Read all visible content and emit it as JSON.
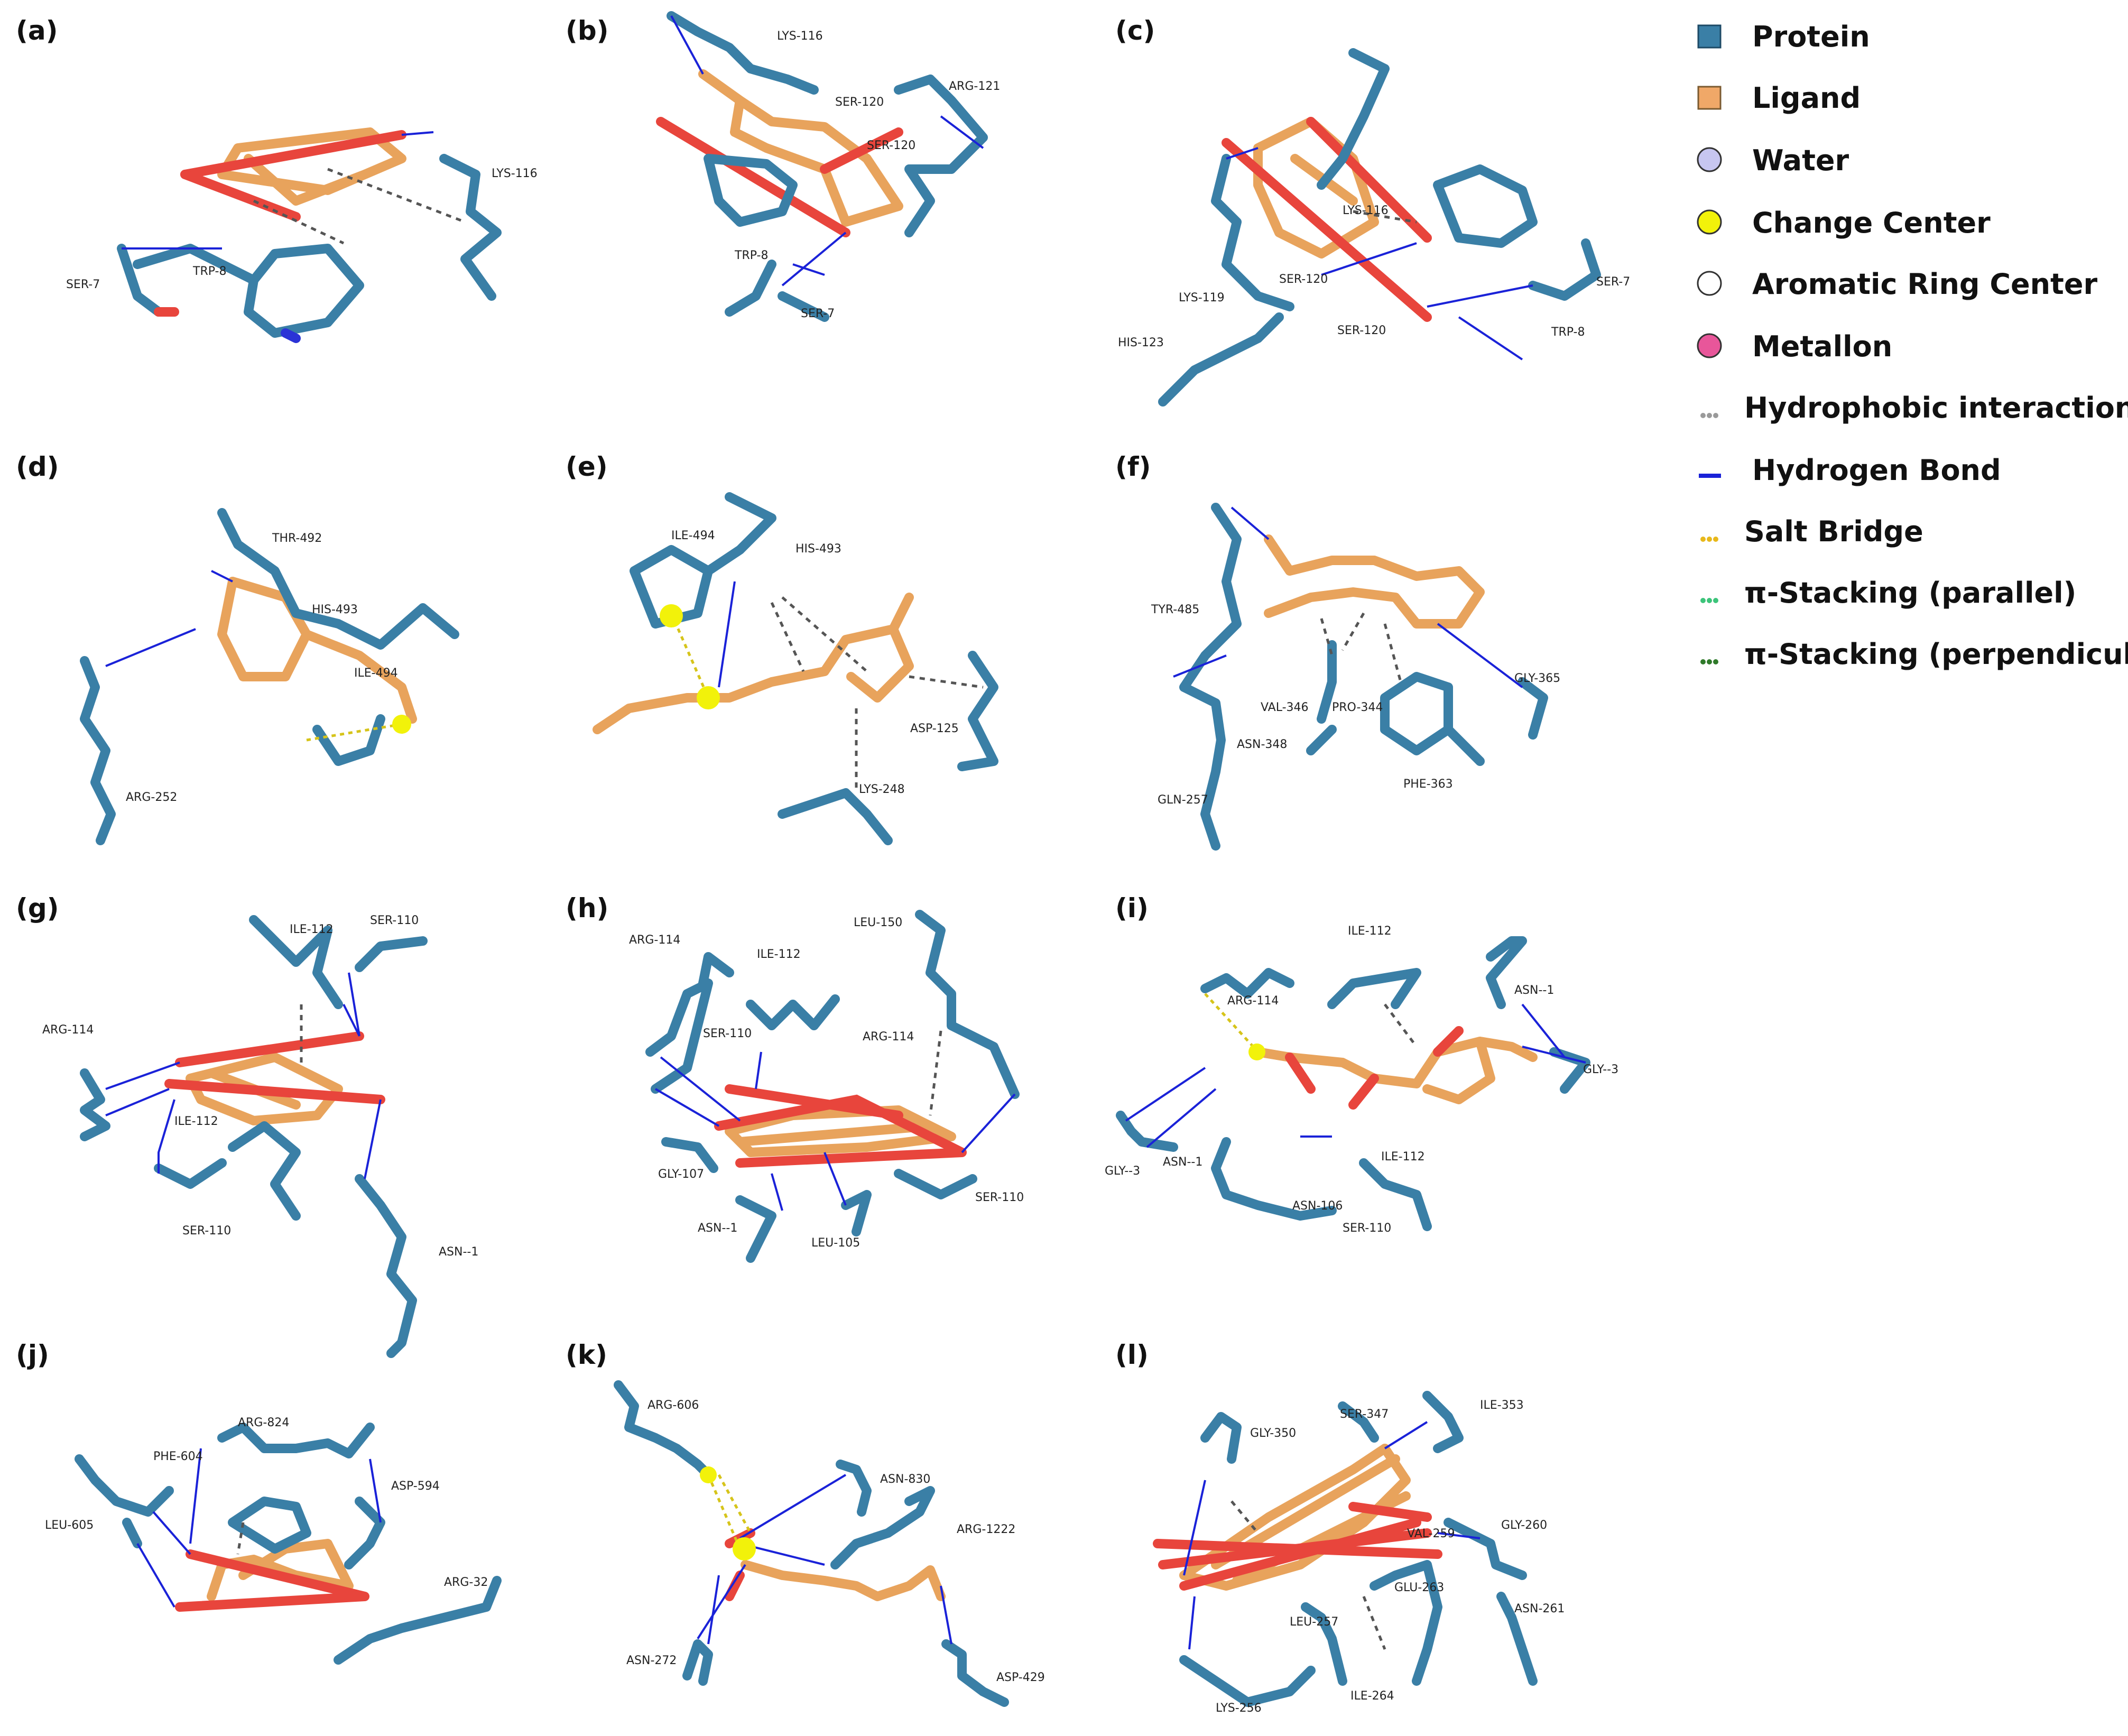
{
  "panels": [
    {
      "id": "a",
      "letter": "(a)",
      "residues": [
        "LYS-116",
        "SER-7",
        "TRP-8"
      ]
    },
    {
      "id": "b",
      "letter": "(b)",
      "residues": [
        "LYS-116",
        "SER-120",
        "ARG-121",
        "SER-120",
        "TRP-8",
        "SER-7"
      ]
    },
    {
      "id": "c",
      "letter": "(c)",
      "residues": [
        "LYS-116",
        "SER-120",
        "SER-7",
        "LYS-119",
        "SER-120",
        "TRP-8",
        "HIS-123"
      ]
    },
    {
      "id": "d",
      "letter": "(d)",
      "residues": [
        "THR-492",
        "HIS-493",
        "ILE-494",
        "ARG-252"
      ]
    },
    {
      "id": "e",
      "letter": "(e)",
      "residues": [
        "ILE-494",
        "HIS-493",
        "ASP-125",
        "LYS-248"
      ]
    },
    {
      "id": "f",
      "letter": "(f)",
      "residues": [
        "TYR-485",
        "VAL-346",
        "PRO-344",
        "GLY-365",
        "ASN-348",
        "GLN-257",
        "PHE-363"
      ]
    },
    {
      "id": "g",
      "letter": "(g)",
      "residues": [
        "ILE-112",
        "SER-110",
        "ARG-114",
        "ILE-112",
        "SER-110",
        "ASN--1"
      ]
    },
    {
      "id": "h",
      "letter": "(h)",
      "residues": [
        "LEU-150",
        "ARG-114",
        "ILE-112",
        "SER-110",
        "ARG-114",
        "GLY-107",
        "ASN--1",
        "LEU-105",
        "SER-110"
      ]
    },
    {
      "id": "i",
      "letter": "(i)",
      "residues": [
        "ILE-112",
        "ARG-114",
        "ASN--1",
        "GLY--3",
        "GLY--3",
        "ASN--1",
        "ILE-112",
        "ASN-106",
        "SER-110"
      ]
    },
    {
      "id": "j",
      "letter": "(j)",
      "residues": [
        "ARG-824",
        "PHE-604",
        "ASP-594",
        "LEU-605",
        "ARG-32"
      ]
    },
    {
      "id": "k",
      "letter": "(k)",
      "residues": [
        "ARG-606",
        "ASN-830",
        "ARG-1222",
        "ASN-272",
        "ASP-429"
      ]
    },
    {
      "id": "l",
      "letter": "(l)",
      "residues": [
        "GLY-350",
        "SER-347",
        "ILE-353",
        "VAL-259",
        "GLY-260",
        "GLU-263",
        "LEU-257",
        "ASN-261",
        "LYS-256",
        "ILE-264"
      ]
    }
  ],
  "legend": {
    "items": [
      {
        "label": "Protein",
        "marker": "square",
        "color": "#3a7fa6"
      },
      {
        "label": "Ligand",
        "marker": "square",
        "color": "#f0a868"
      },
      {
        "label": "Water",
        "marker": "circle",
        "color": "#c7c6f0"
      },
      {
        "label": "Change Center",
        "marker": "circle",
        "color": "#f2f20a"
      },
      {
        "label": "Aromatic Ring Center",
        "marker": "circle",
        "color": "#ffffff"
      },
      {
        "label": "Metallon",
        "marker": "circle",
        "color": "#e8569a"
      },
      {
        "label": "Hydrophobic interaction",
        "marker": "dots",
        "color": "#9a9a9a"
      },
      {
        "label": "Hydrogen Bond",
        "marker": "line",
        "color": "#1a22d8"
      },
      {
        "label": "Salt Bridge",
        "marker": "dots",
        "color": "#e8b81a"
      },
      {
        "label": "π-Stacking (parallel)",
        "marker": "dots",
        "color": "#3cc47a"
      },
      {
        "label": "π-Stacking (perpendicular)",
        "marker": "dots",
        "color": "#2f7a2a"
      }
    ]
  }
}
